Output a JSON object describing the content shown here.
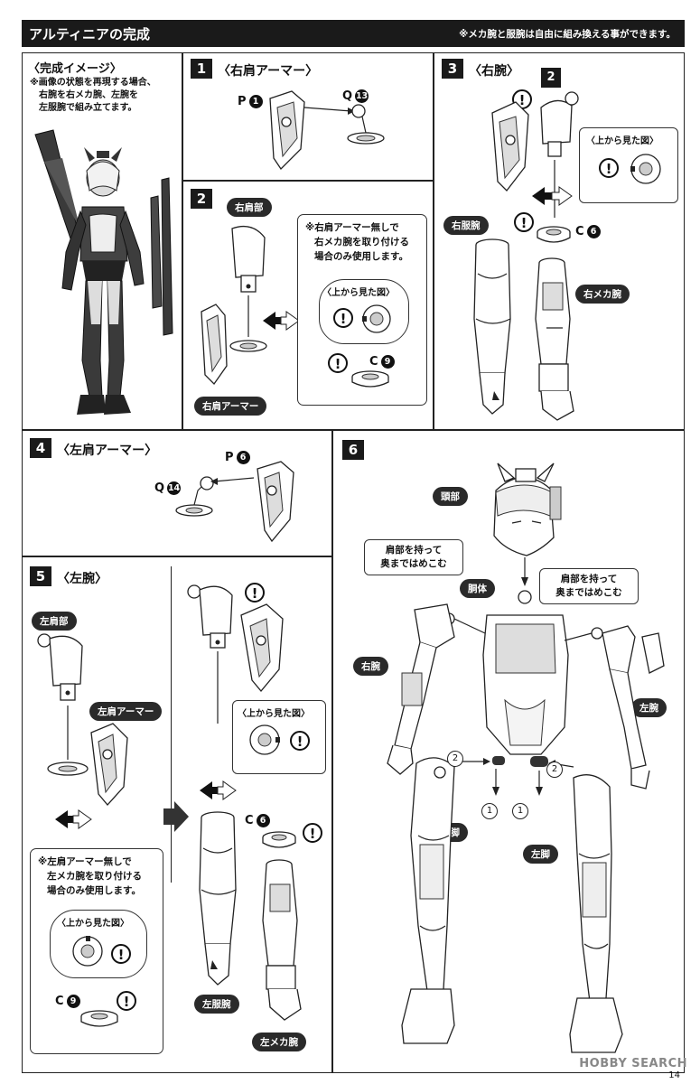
{
  "header": {
    "title": "アルティニアの完成",
    "note": "※メカ腕と服腕は自由に組み換える事ができます。"
  },
  "complete_image": {
    "title": "〈完成イメージ〉",
    "note_line1": "※画像の状態を再現する場合、",
    "note_line2": "右腕を右メカ腕、左腕を",
    "note_line3": "左服腕で組み立てます。"
  },
  "step1": {
    "num": "1",
    "title": "〈右肩アーマー〉",
    "p_label": "P",
    "p_num": "1",
    "q_label": "Q",
    "q_num": "13"
  },
  "step2": {
    "num": "2",
    "label_shoulder": "右肩部",
    "label_armor": "右肩アーマー",
    "callout_line1": "※右肩アーマー無しで",
    "callout_line2": "右メカ腕を取り付ける",
    "callout_line3": "場合のみ使用します。",
    "topview_label": "〈上から見た図〉",
    "c_label": "C",
    "c_num": "9"
  },
  "step3": {
    "num": "3",
    "title": "〈右腕〉",
    "part_ref": "2",
    "topview_label": "〈上から見た図〉",
    "label_cloth_arm": "右服腕",
    "label_mecha_arm": "右メカ腕",
    "c_label": "C",
    "c_num": "6"
  },
  "step4": {
    "num": "4",
    "title": "〈左肩アーマー〉",
    "p_label": "P",
    "p_num": "6",
    "q_label": "Q",
    "q_num": "14"
  },
  "step5": {
    "num": "5",
    "title": "〈左腕〉",
    "label_shoulder": "左肩部",
    "label_armor": "左肩アーマー",
    "note_line1": "※左肩アーマー無しで",
    "note_line2": "左メカ腕を取り付ける",
    "note_line3": "場合のみ使用します。",
    "topview_label1": "〈上から見た図〉",
    "topview_label2": "〈上から見た図〉",
    "c1_label": "C",
    "c1_num": "9",
    "c2_label": "C",
    "c2_num": "6",
    "label_cloth_arm": "左服腕",
    "label_mecha_arm": "左メカ腕"
  },
  "step6": {
    "num": "6",
    "label_head": "頭部",
    "label_torso": "胴体",
    "note_left_line1": "肩部を持って",
    "note_left_line2": "奥まではめこむ",
    "note_right_line1": "肩部を持って",
    "note_right_line2": "奥まではめこむ",
    "label_right_arm": "右腕",
    "label_left_arm": "左腕",
    "label_right_leg": "右脚",
    "label_left_leg": "左脚",
    "order_two_left": "2",
    "order_two_right": "2",
    "order_one_left": "1",
    "order_one_right": "1"
  },
  "warn_symbol": "!",
  "watermark": "HOBBY SEARCH",
  "page_number": "14"
}
